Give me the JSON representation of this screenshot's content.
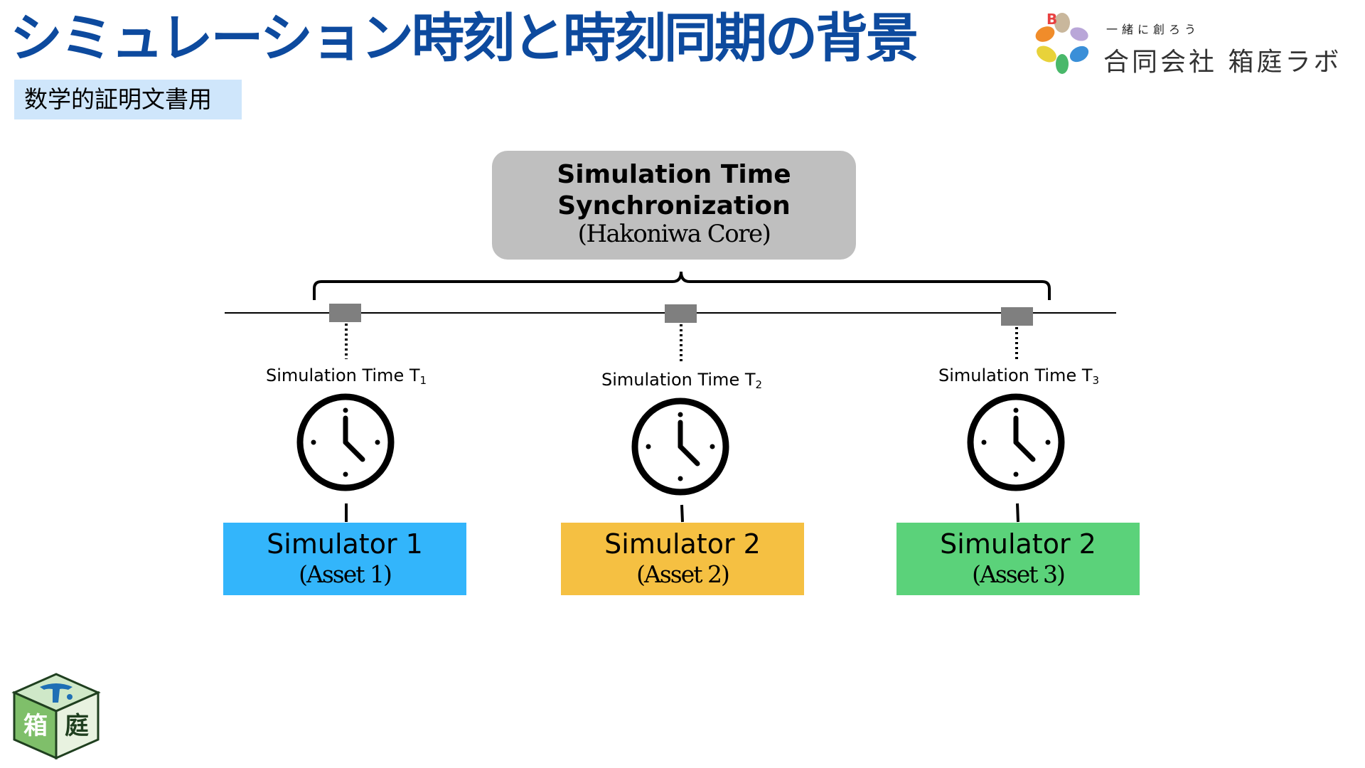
{
  "header": {
    "title": "シミュレーション時刻と時刻同期の背景",
    "subtitle": "数学的証明文書用"
  },
  "brand": {
    "tagline": "一緒に創ろう",
    "company": "合同会社 箱庭ラボ",
    "bottom_logo_chars": [
      "箱",
      "庭"
    ]
  },
  "core": {
    "line1": "Simulation Time",
    "line2": "Synchronization",
    "line3": "(Hakoniwa Core)"
  },
  "simulators": [
    {
      "time_label": "Simulation Time T",
      "time_sub": "1",
      "line1": "Simulator 1",
      "line2": "(Asset 1)",
      "color": "#33b5fb"
    },
    {
      "time_label": "Simulation Time T",
      "time_sub": "2",
      "line1": "Simulator 2",
      "line2": "(Asset 2)",
      "color": "#f5c042"
    },
    {
      "time_label": "Simulation Time T",
      "time_sub": "3",
      "line1": "Simulator 2",
      "line2": "(Asset 3)",
      "color": "#5bd27a"
    }
  ],
  "colors": {
    "title": "#0d4a9e",
    "subtitle_bg": "#cfe6fb",
    "core_box": "#bfbfbf",
    "connector": "#7f7f7f"
  },
  "icons": [
    "clock-icon",
    "hakoniwa-lab-logo",
    "hakoniwa-cube-logo"
  ]
}
